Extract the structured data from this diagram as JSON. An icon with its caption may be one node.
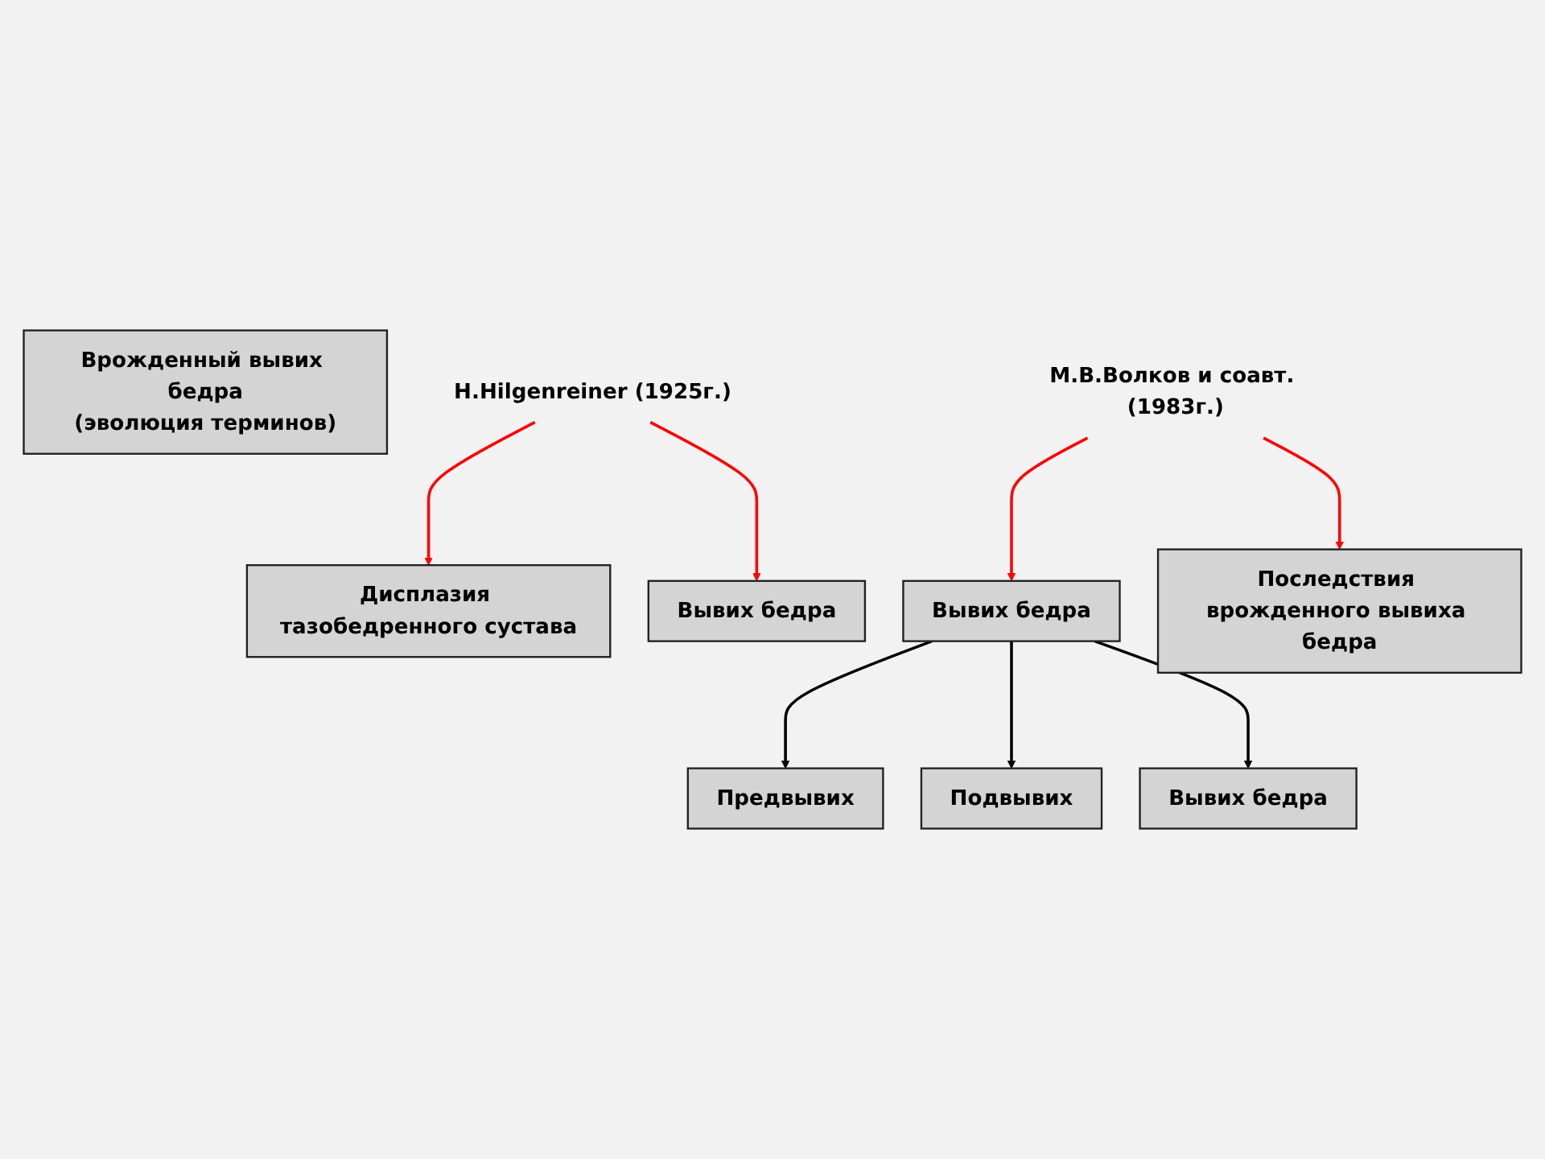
{
  "diagram": {
    "nodes": [
      {
        "text": [
          "Врожденный вывих бедра",
          "(эволюция терминов)"
        ]
      },
      {
        "text": [
          "H.Hilgenreiner (1925г.)"
        ]
      },
      {
        "text": [
          "Дисплазия тазобедренного сустава"
        ]
      },
      {
        "text": [
          "Вывих бедра"
        ]
      },
      {
        "text": [
          "М.В.Волков и соавт. (1983г.)"
        ]
      },
      {
        "text": [
          "Вывих бедра"
        ]
      },
      {
        "text": [
          "Последствия врожденного вывиха бедра"
        ]
      },
      {
        "text": [
          "Предвывих"
        ]
      },
      {
        "text": [
          "Подвывих"
        ]
      },
      {
        "text": [
          "Вывих бедра"
        ]
      }
    ],
    "edges": [
      {
        "from": 1,
        "to": 2,
        "arrow": "to",
        "color": "#ff0000"
      },
      {
        "from": 1,
        "to": 3,
        "arrow": "to",
        "color": "#ff0000"
      },
      {
        "from": 4,
        "to": 5,
        "arrow": "to",
        "color": "#ff0000"
      },
      {
        "from": 4,
        "to": 6,
        "arrow": "to",
        "color": "#ff0000"
      },
      {
        "from": 5,
        "to": 7,
        "arrow": "to",
        "color": "#000000"
      },
      {
        "from": 5,
        "to": 8,
        "arrow": "to",
        "color": "#000000"
      },
      {
        "from": 5,
        "to": 9,
        "arrow": "to",
        "color": "#000000"
      }
    ]
  }
}
